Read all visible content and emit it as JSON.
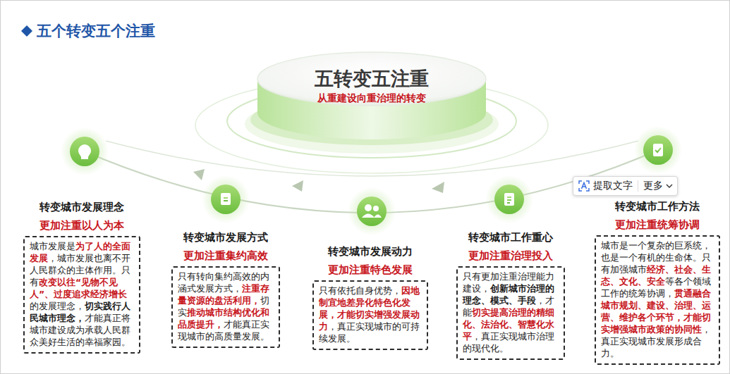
{
  "diagram": {
    "title": "五个转变五个注重",
    "nodes": [
      {
        "text": [
          "五转变五注重",
          "从重建设向重治理的转变"
        ]
      },
      {
        "text": [
          "转变城市发展理念",
          "更加注重以人为本",
          "城市发展是为了人的全面发展，城市发展也离不开人民群众的主体作用。只有改变以往“见物不见人”、过度追求经济增长的发展理念，切实践行人民城市理念，才能真正将城市建设成为承载人民群众美好生活的幸福家园。"
        ]
      },
      {
        "text": [
          "转变城市发展方式",
          "更加注重集约高效",
          "只有转向集约高效的内涵式发展方式，注重存量资源的盘活利用，切实推动城市结构优化和品质提升，才能真正实现城市的高质量发展。"
        ]
      },
      {
        "text": [
          "转变城市发展动力",
          "更加注重特色发展",
          "只有依托自身优势，因地制宜地差异化特色化发展，才能切实增强发展动力，真正实现城市的可持续发展。"
        ]
      },
      {
        "text": [
          "转变城市工作重心",
          "更加注重治理投入",
          "只有更加注重治理能力建设，创新城市治理的理念、模式、手段，才能切实提高治理的精细化、法治化、智慧化水平，真正实现城市治理的现代化。"
        ]
      },
      {
        "text": [
          "转变城市工作方法",
          "更加注重统筹协调",
          "城市是一个复杂的巨系统，也是一个有机的生命体。只有加强城市经济、社会、生态、文化、安全等各个领域工作的统筹协调，贯通融合城市规划、建设、治理、运营、维护各个环节，才能切实增强城市政策的协同性，真正实现城市发展形成合力。"
        ]
      }
    ],
    "labels": [
      "提取文字",
      "更多"
    ]
  }
}
